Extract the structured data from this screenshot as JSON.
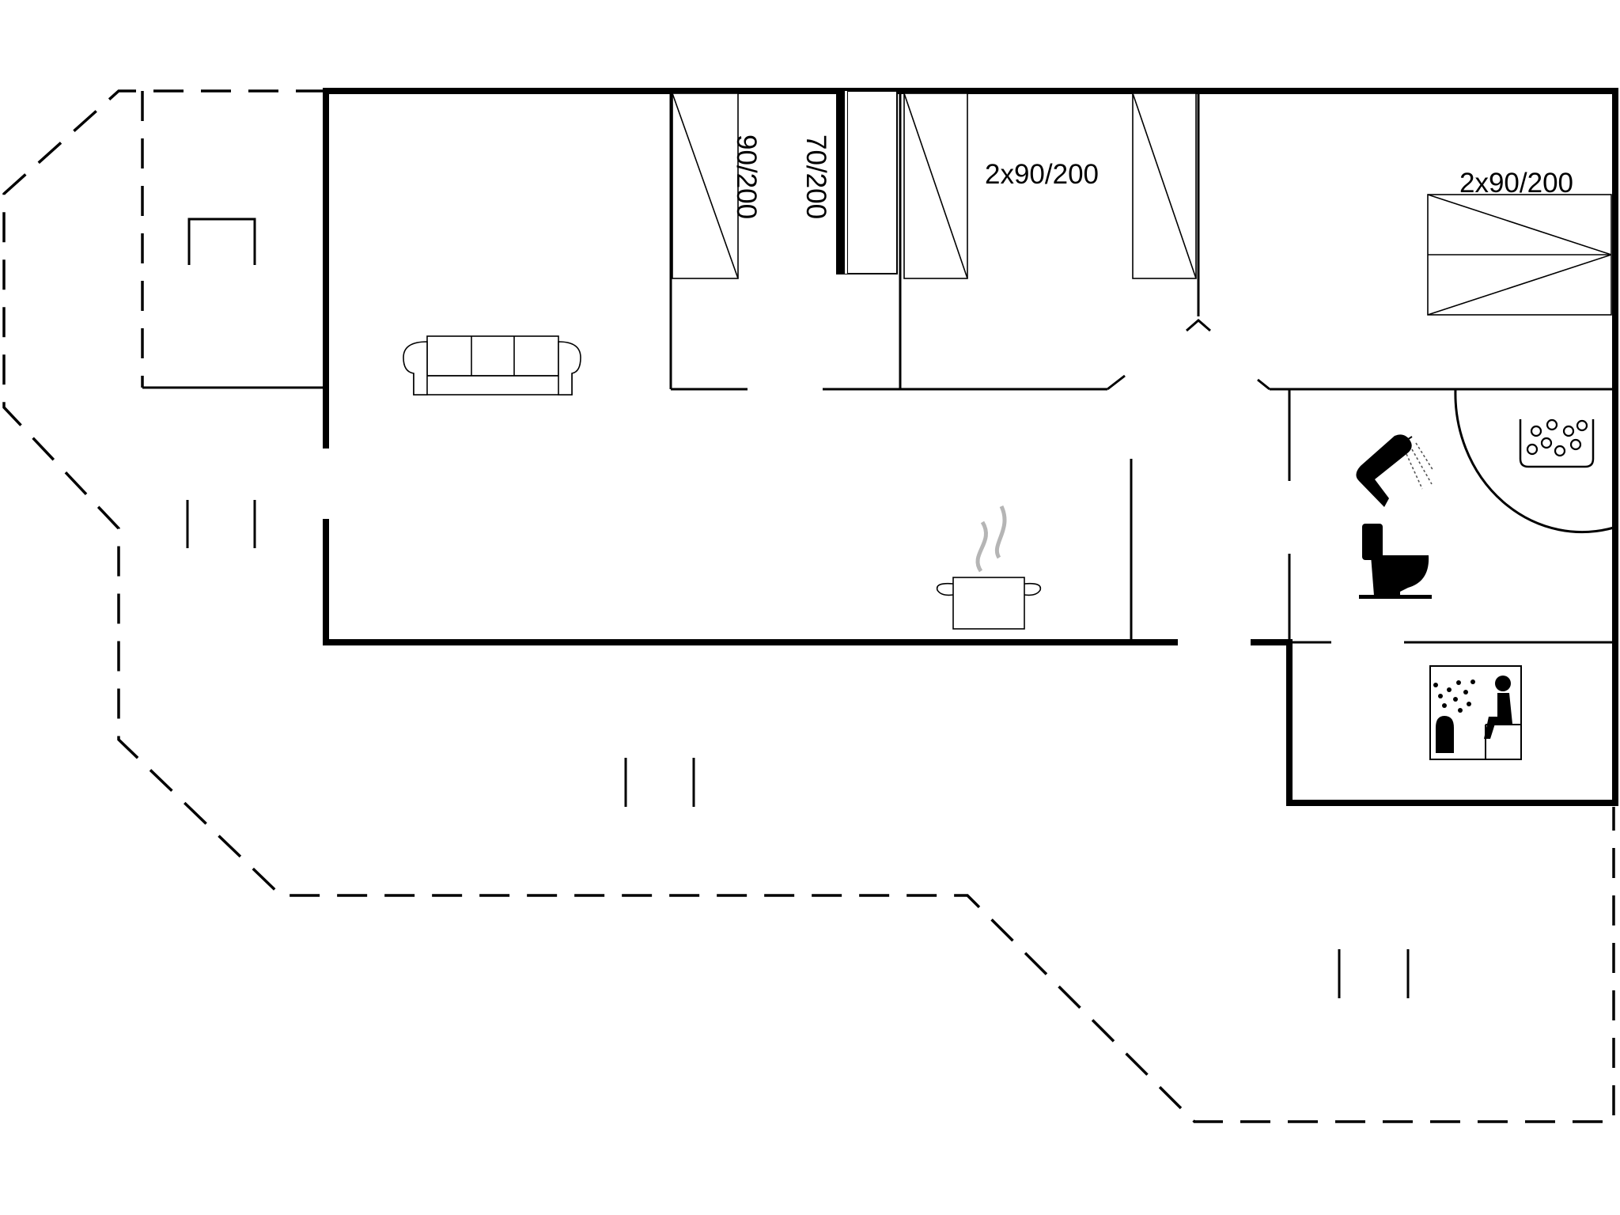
{
  "labels": {
    "bed_single_1": "90/200",
    "bed_single_2": "70/200",
    "bed_double_1": "2x90/200",
    "bed_double_2": "2x90/200"
  },
  "icons": [
    "sofa-icon",
    "cooking-pot-icon",
    "shower-icon",
    "toilet-icon",
    "whirlpool-icon",
    "sauna-icon"
  ]
}
